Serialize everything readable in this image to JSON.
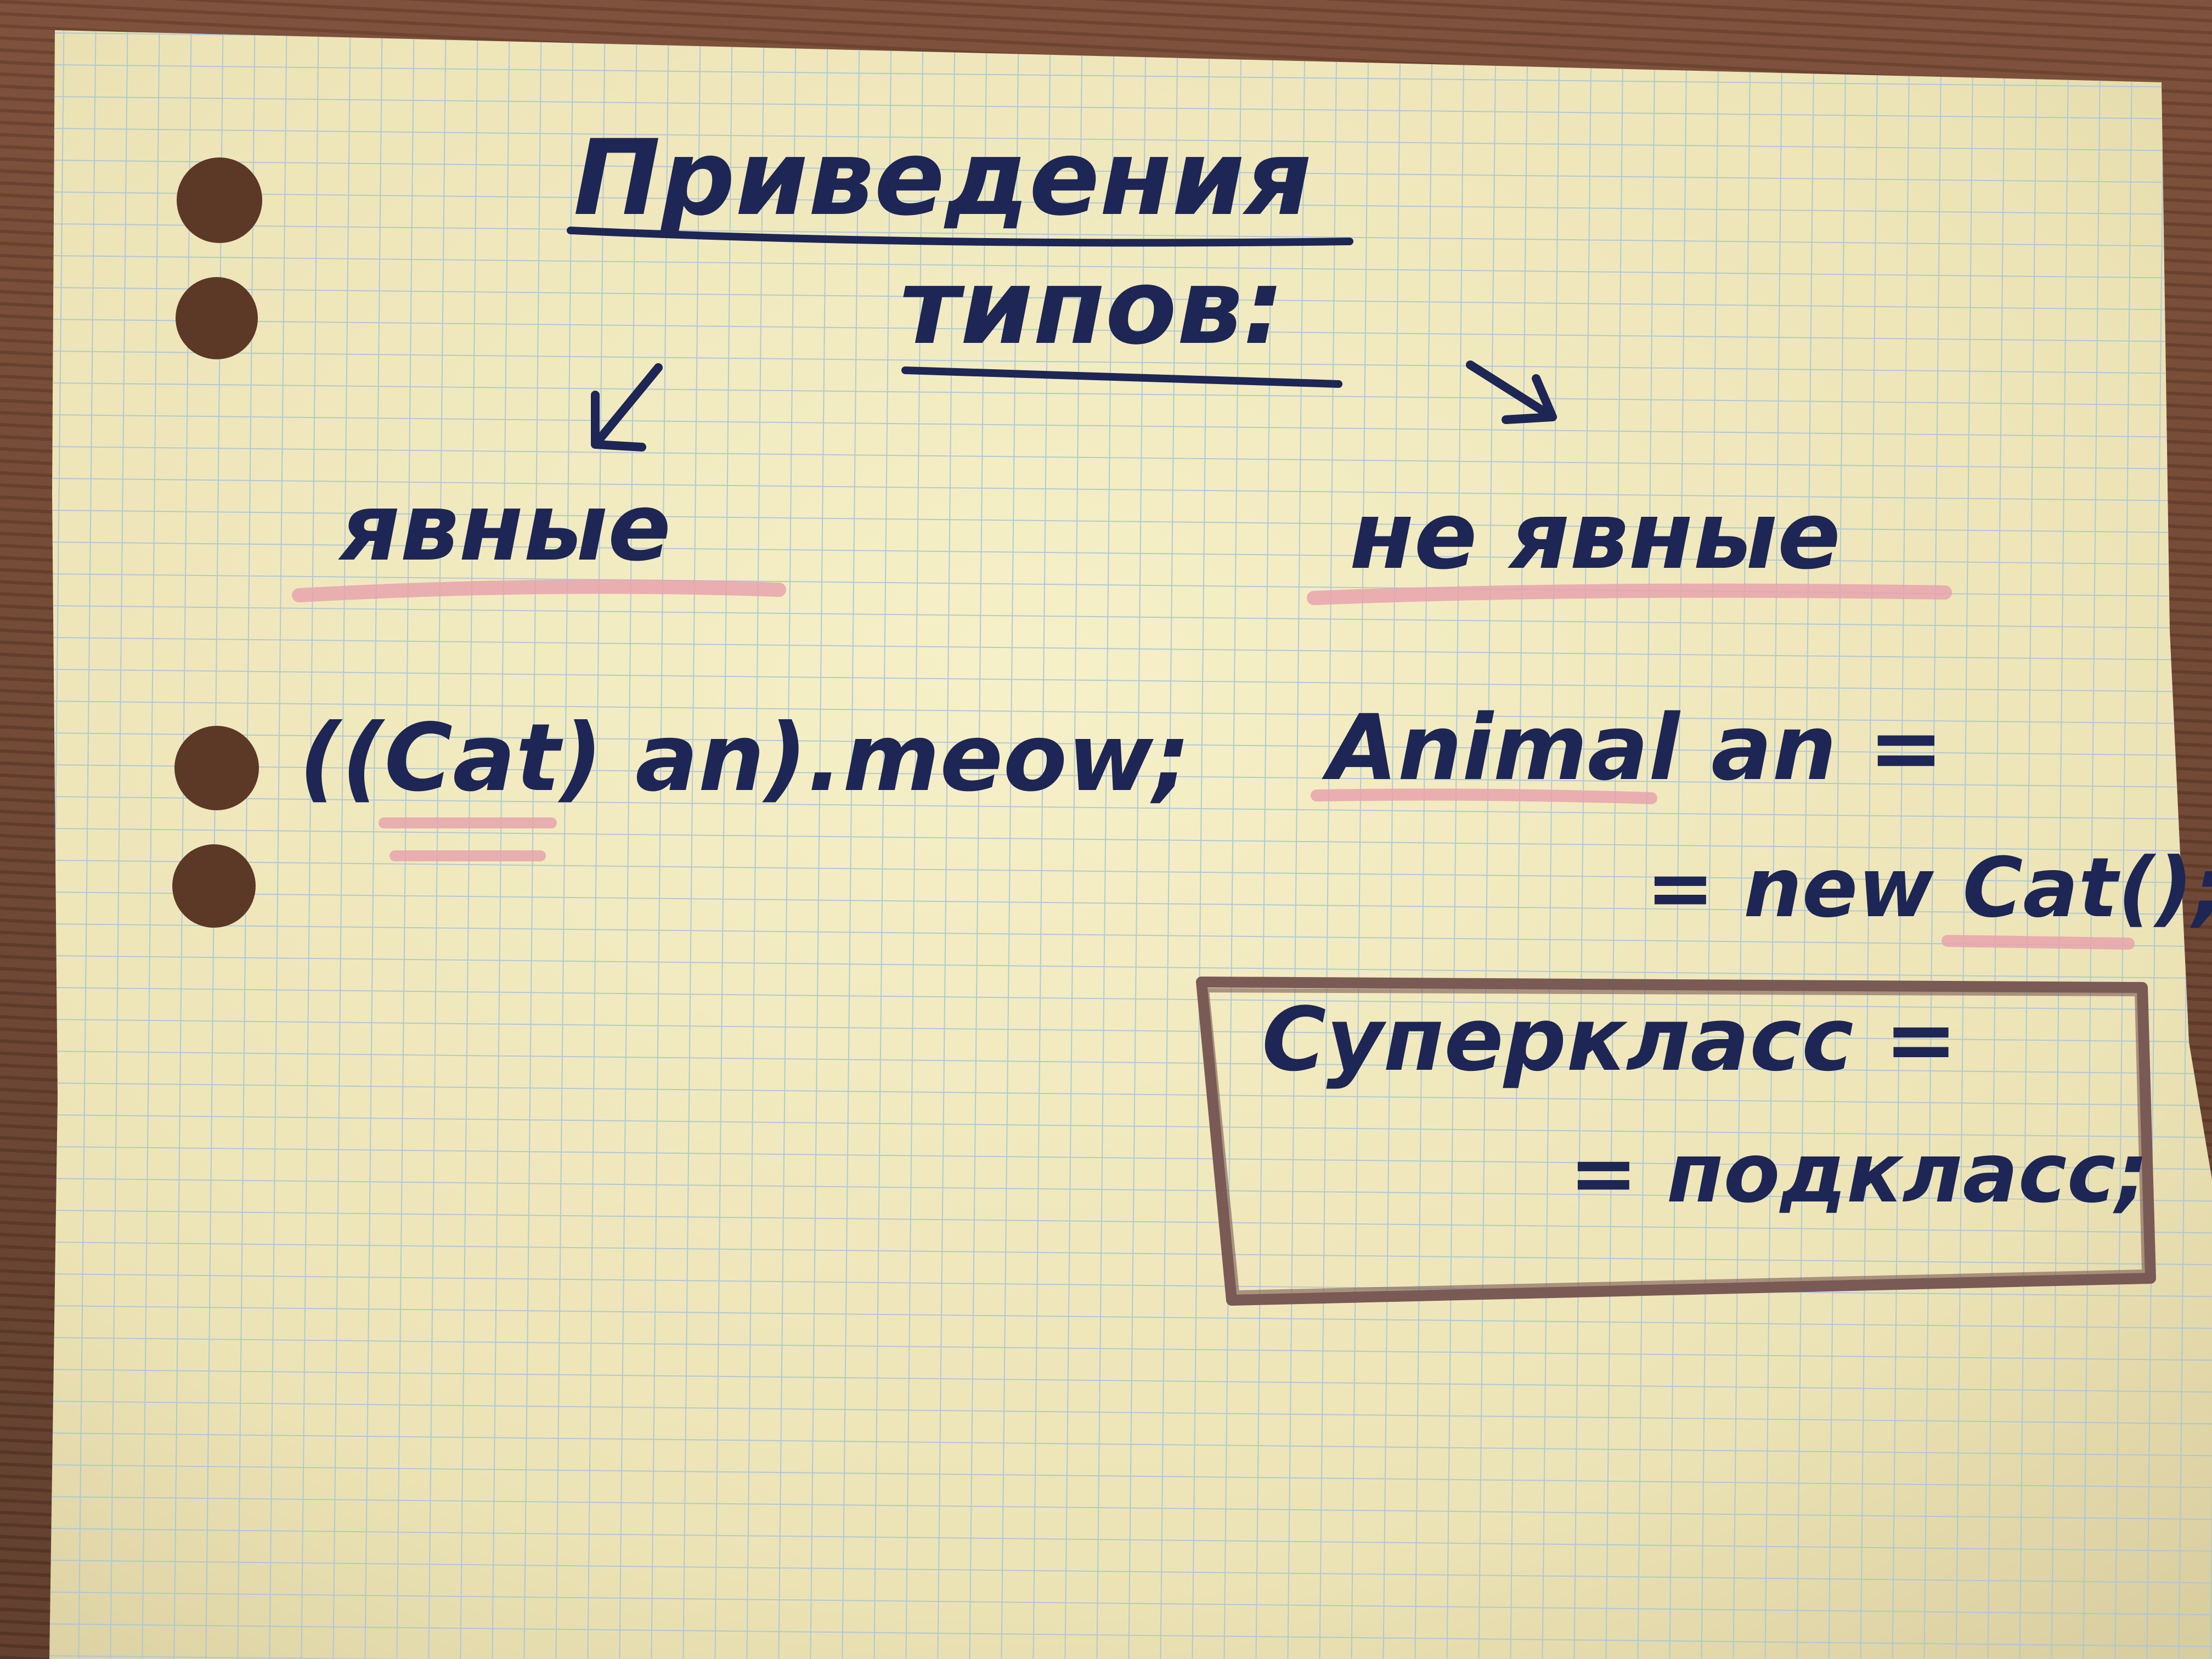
{
  "note": {
    "title_line1": "Приведения",
    "title_line2": "типов:",
    "left_heading": "явные",
    "right_heading": "не явные",
    "explicit_example": "((Cat) an).meow;",
    "implicit_example_line1": "Animal an =",
    "implicit_example_line2": "= new Cat();",
    "boxed_rule_line1": "Суперкласс =",
    "boxed_rule_line2": "= подкласс;"
  },
  "colors": {
    "ink": "#1d2654",
    "highlight": "#e7a3ad",
    "box_marker": "#7a5a55",
    "paper": "#f1ebbf",
    "grid": "#a9c6d8",
    "table": "#6e4632"
  }
}
